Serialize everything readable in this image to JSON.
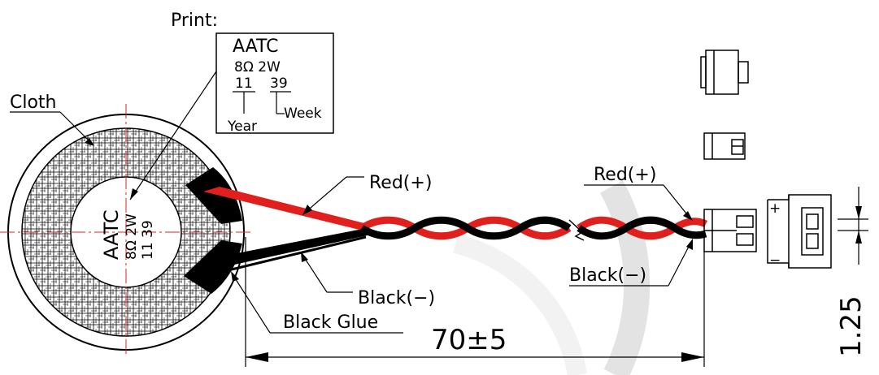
{
  "print_box": {
    "heading": "Print:",
    "brand": "AATC",
    "spec": "8Ω  2W",
    "year_code": "11",
    "week_code": "39",
    "year_label": "Year",
    "week_label": "Week"
  },
  "speaker": {
    "brand": "AATC",
    "spec": "8Ω  2W",
    "code": "11   39"
  },
  "labels": {
    "cloth": "Cloth",
    "red_wire": "Red(+)",
    "black_wire": "Black(−)",
    "black_glue": "Black Glue",
    "connector_red": "Red(+)",
    "connector_black": "Black(−)",
    "plus": "+",
    "minus": "−"
  },
  "dimensions": {
    "length": "70±5",
    "pitch": "1.25"
  },
  "colors": {
    "wire_red": "#e0201c",
    "wire_black": "#000000",
    "centerline": "#d8232a",
    "watermark": "#e0e0e0"
  }
}
